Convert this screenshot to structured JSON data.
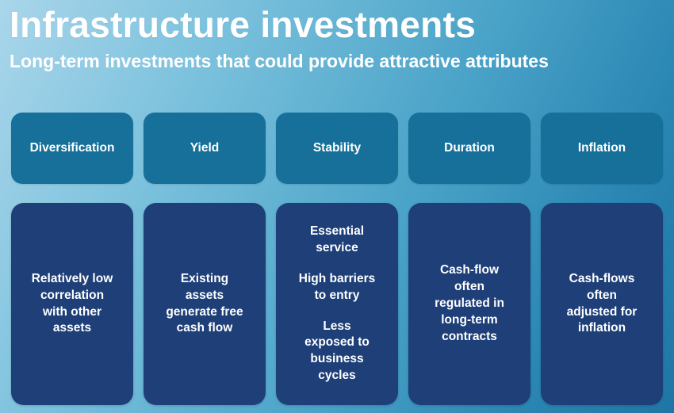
{
  "title": "Infrastructure investments",
  "subtitle": "Long-term investments that could provide attractive attributes",
  "columns": [
    {
      "header": "Diversification",
      "body": [
        "Relatively low\ncorrelation\nwith other\nassets"
      ]
    },
    {
      "header": "Yield",
      "body": [
        "Existing\nassets\ngenerate free\ncash flow"
      ]
    },
    {
      "header": "Stability",
      "body": [
        "Essential\nservice",
        "High barriers\nto entry",
        "Less\nexposed to\nbusiness\ncycles"
      ]
    },
    {
      "header": "Duration",
      "body": [
        "Cash-flow\noften\nregulated in\nlong-term\ncontracts"
      ]
    },
    {
      "header": "Inflation",
      "body": [
        "Cash-flows\noften\nadjusted for\ninflation"
      ]
    }
  ],
  "colors": {
    "header_card": "#16709a",
    "body_card": "#1e3f78",
    "text": "#ffffff"
  }
}
